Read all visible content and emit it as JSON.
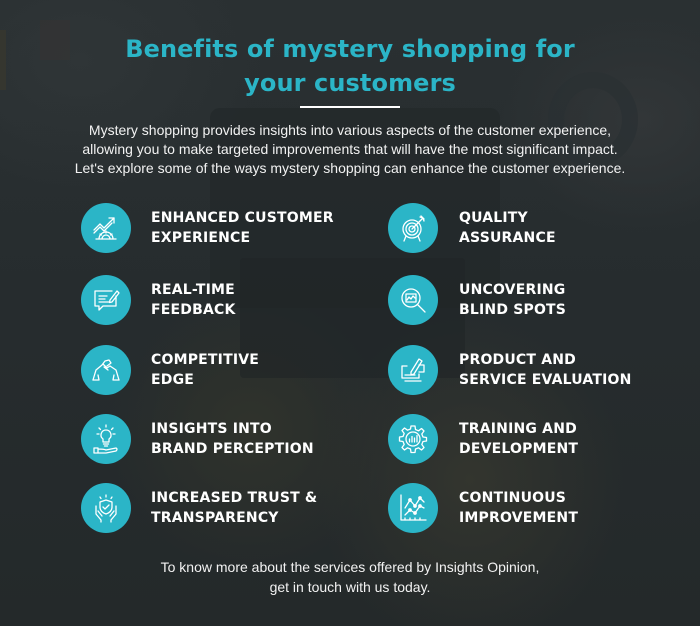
{
  "header": {
    "title_line1": "Benefits of mystery shopping for",
    "title_line2": "your customers"
  },
  "intro": {
    "line1": "Mystery shopping provides insights into various aspects of the customer experience,",
    "line2": "allowing you to make targeted improvements that will have the most significant impact.",
    "line3": "Let's explore some of the ways mystery shopping can enhance the customer experience."
  },
  "benefits": {
    "left": [
      {
        "icon": "growth-chart-gear-icon",
        "line1": "ENHANCED CUSTOMER",
        "line2": "EXPERIENCE"
      },
      {
        "icon": "feedback-chat-icon",
        "line1": "REAL-TIME",
        "line2": "FEEDBACK"
      },
      {
        "icon": "arm-wrestling-icon",
        "line1": "COMPETITIVE",
        "line2": "EDGE"
      },
      {
        "icon": "lightbulb-hand-icon",
        "line1": "INSIGHTS INTO",
        "line2": "BRAND PERCEPTION"
      },
      {
        "icon": "shield-hands-icon",
        "line1": "INCREASED TRUST &",
        "line2": "TRANSPARENCY"
      }
    ],
    "right": [
      {
        "icon": "target-arrow-icon",
        "line1": "QUALITY",
        "line2": "ASSURANCE"
      },
      {
        "icon": "magnifier-chart-icon",
        "line1": "UNCOVERING",
        "line2": "BLIND SPOTS"
      },
      {
        "icon": "hand-signing-document-icon",
        "line1": "PRODUCT AND",
        "line2": "SERVICE EVALUATION"
      },
      {
        "icon": "gear-chart-icon",
        "line1": "TRAINING AND",
        "line2": "DEVELOPMENT"
      },
      {
        "icon": "line-graph-icon",
        "line1": "CONTINUOUS",
        "line2": "IMPROVEMENT"
      }
    ]
  },
  "footer": {
    "line1": "To know more about the services offered by Insights Opinion,",
    "line2": "get in touch with us today."
  },
  "colors": {
    "accent": "#2bb5c7",
    "background": "#262d2f",
    "text": "#ffffff"
  }
}
